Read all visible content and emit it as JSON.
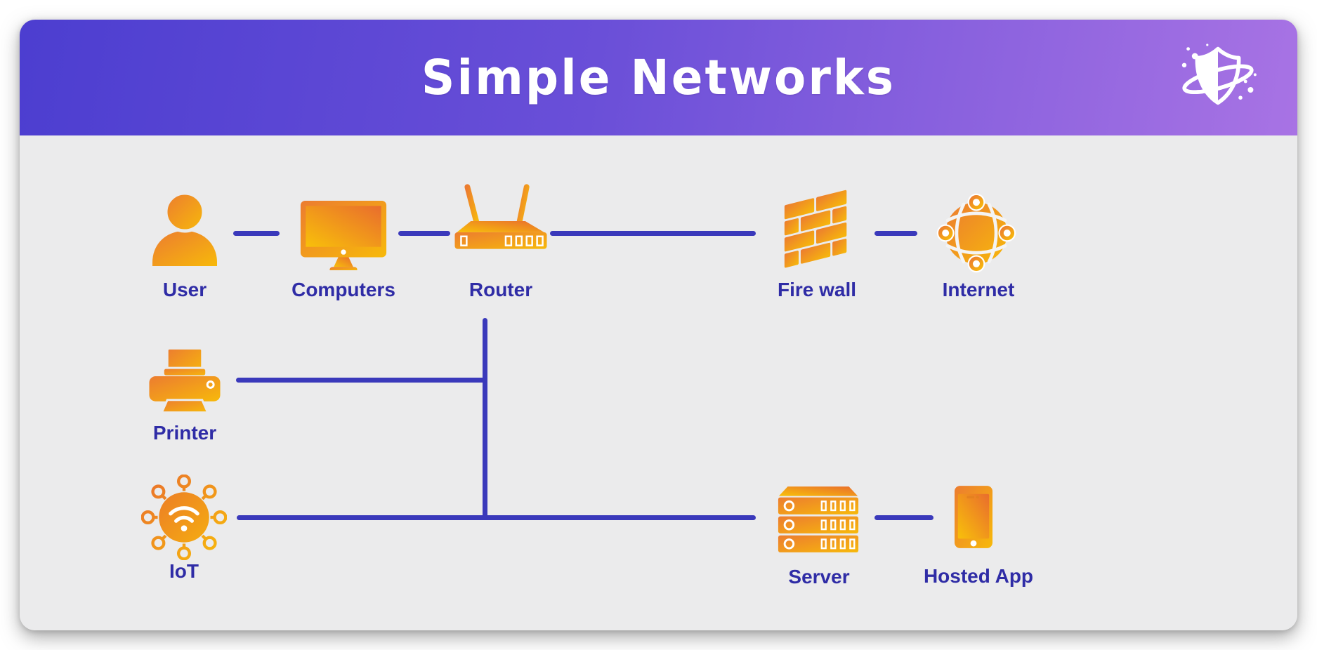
{
  "header": {
    "title": "Simple Networks",
    "logo": "shield-orbit-logo"
  },
  "diagram": {
    "nodes": {
      "user": {
        "label": "User",
        "icon": "user-icon"
      },
      "computers": {
        "label": "Computers",
        "icon": "computer-monitor-icon"
      },
      "router": {
        "label": "Router",
        "icon": "wireless-router-icon"
      },
      "firewall": {
        "label": "Fire wall",
        "icon": "brick-wall-icon"
      },
      "internet": {
        "label": "Internet",
        "icon": "globe-network-icon"
      },
      "printer": {
        "label": "Printer",
        "icon": "printer-icon"
      },
      "iot": {
        "label": "IoT",
        "icon": "iot-hub-icon"
      },
      "server": {
        "label": "Server",
        "icon": "server-rack-icon"
      },
      "hosted_app": {
        "label": "Hosted App",
        "icon": "smartphone-icon"
      }
    },
    "edges": [
      {
        "from": "User",
        "to": "Computers"
      },
      {
        "from": "Computers",
        "to": "Router"
      },
      {
        "from": "Router",
        "to": "Fire wall"
      },
      {
        "from": "Fire wall",
        "to": "Internet"
      },
      {
        "from": "Router",
        "to": "LAN bus (vertical drop)"
      },
      {
        "from": "Printer",
        "to": "Router (via bus)"
      },
      {
        "from": "IoT",
        "to": "Server (via bus)"
      },
      {
        "from": "Server",
        "to": "Hosted App"
      }
    ],
    "colors": {
      "header_gradient_start": "#4c3ed0",
      "header_gradient_end": "#a873e4",
      "body_background": "#ebebec",
      "connector": "#3a39bb",
      "label": "#2f2ca6",
      "icon_gradient_start": "#ec7c30",
      "icon_gradient_end": "#f7b90a",
      "title_text": "#ffffff"
    }
  }
}
